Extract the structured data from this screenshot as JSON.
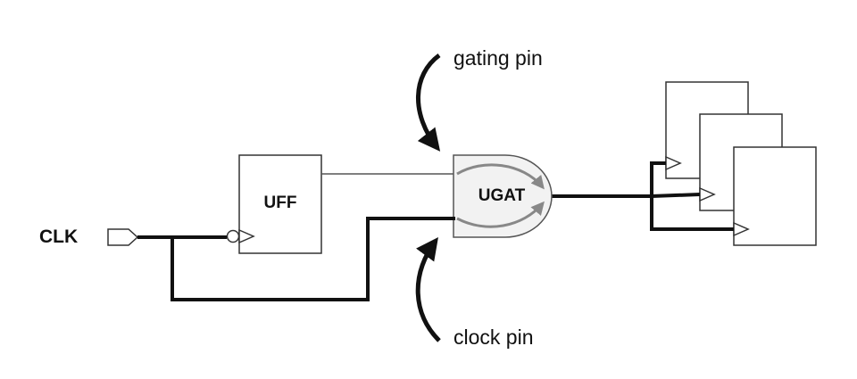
{
  "labels": {
    "clk": "CLK",
    "uff": "UFF",
    "ugat": "UGAT",
    "gating_pin": "gating pin",
    "clock_pin": "clock pin"
  },
  "colors": {
    "thick_wire": "#111111",
    "thin_wire": "#555555",
    "box_stroke": "#333333",
    "gate_fill": "#f2f2f2",
    "gate_arrow": "#888888"
  }
}
